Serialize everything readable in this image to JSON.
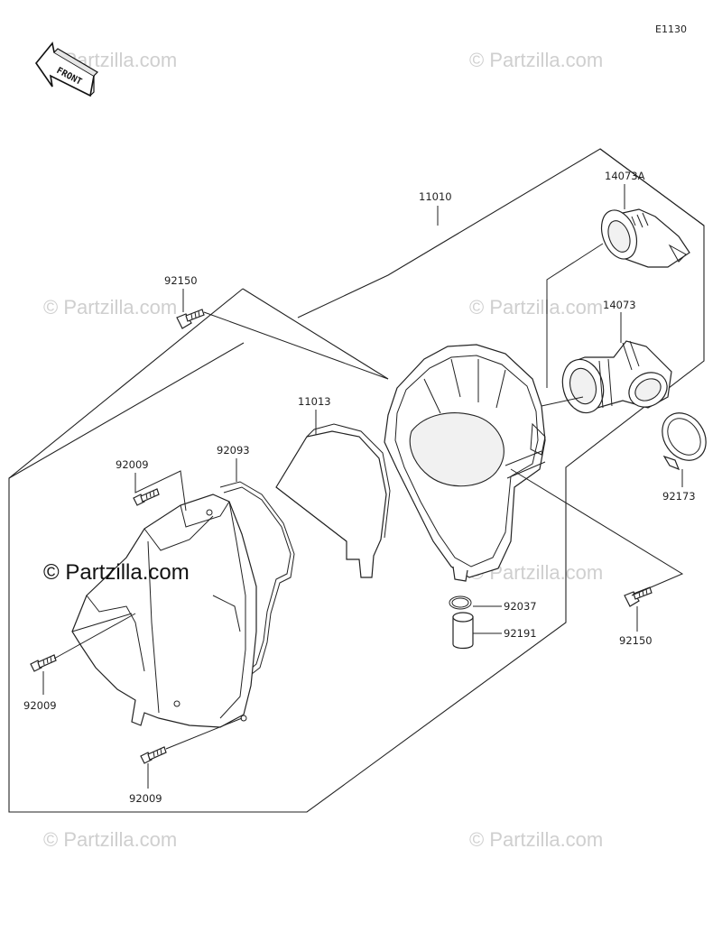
{
  "diagram_code": "E1130",
  "front_label": "FRONT",
  "watermarks": [
    "© Partzilla.com",
    "© Partzilla.com",
    "© Partzilla.com",
    "© Partzilla.com",
    "© Partzilla.com",
    "© Partzilla.com",
    "© Partzilla.com",
    "© Partzilla.com"
  ],
  "watermark_main": "© Partzilla.com",
  "parts": [
    {
      "id": "11010"
    },
    {
      "id": "14073A"
    },
    {
      "id": "14073"
    },
    {
      "id": "92150"
    },
    {
      "id": "11013"
    },
    {
      "id": "92093"
    },
    {
      "id": "92009"
    },
    {
      "id": "92173"
    },
    {
      "id": "92037"
    },
    {
      "id": "92191"
    },
    {
      "id": "92150"
    },
    {
      "id": "92009"
    },
    {
      "id": "92009"
    }
  ]
}
